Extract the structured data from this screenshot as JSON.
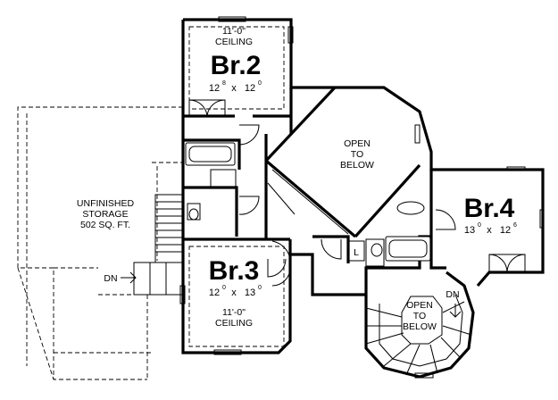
{
  "rooms": {
    "br2": {
      "name": "Br.2",
      "ceiling_height": "11'-0\"",
      "ceiling_word": "CEILING",
      "w1": "12",
      "w2": "8",
      "x": "x",
      "h1": "12",
      "h2": "0"
    },
    "br3": {
      "name": "Br.3",
      "ceiling_height": "11'-0\"",
      "ceiling_word": "CEILING",
      "w1": "12",
      "w2": "0",
      "x": "x",
      "h1": "13",
      "h2": "0"
    },
    "br4": {
      "name": "Br.4",
      "w1": "13",
      "w2": "0",
      "x": "x",
      "h1": "12",
      "h2": "6"
    }
  },
  "open_below_1": {
    "l1": "OPEN",
    "l2": "TO",
    "l3": "BELOW"
  },
  "open_below_2": {
    "l1": "OPEN",
    "l2": "TO",
    "l3": "BELOW"
  },
  "storage": {
    "l1": "UNFINISHED",
    "l2": "STORAGE",
    "l3": "502 SQ. FT."
  },
  "markers": {
    "dn_left": "DN",
    "dn_right": "DN",
    "linen": "L"
  }
}
